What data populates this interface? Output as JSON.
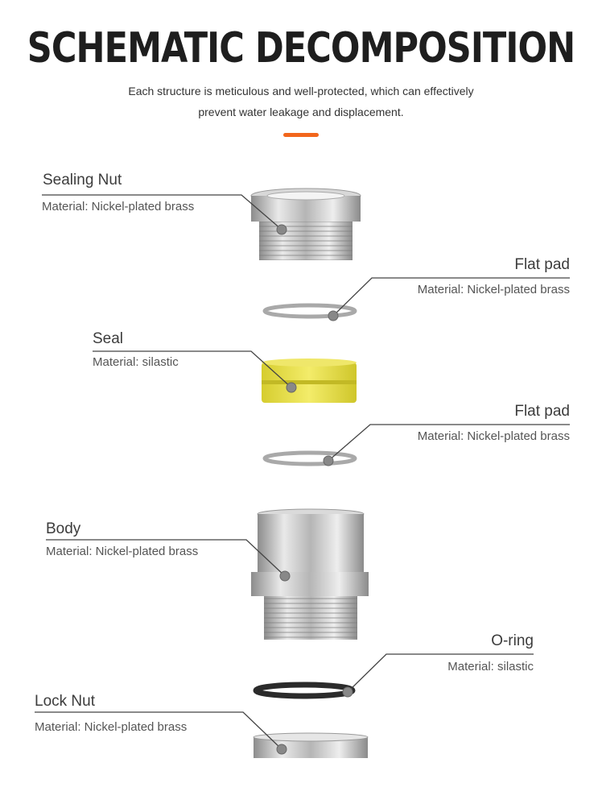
{
  "header": {
    "title": "SCHEMATIC DECOMPOSITION",
    "subtitle_line1": "Each structure is meticulous and well-protected, which can effectively",
    "subtitle_line2": "prevent water leakage and displacement."
  },
  "colors": {
    "accent": "#f2661c",
    "seal": "#e8e04a",
    "oring": "#2b2b2b",
    "metal": "#c9c9c9"
  },
  "parts": [
    {
      "name": "Sealing Nut",
      "material": "Material: Nickel-plated brass"
    },
    {
      "name": "Flat pad",
      "material": "Material: Nickel-plated brass"
    },
    {
      "name": "Seal",
      "material": "Material: silastic"
    },
    {
      "name": "Flat pad",
      "material": "Material: Nickel-plated brass"
    },
    {
      "name": "Body",
      "material": "Material: Nickel-plated brass"
    },
    {
      "name": "O-ring",
      "material": "Material: silastic"
    },
    {
      "name": "Lock Nut",
      "material": "Material: Nickel-plated brass"
    }
  ]
}
